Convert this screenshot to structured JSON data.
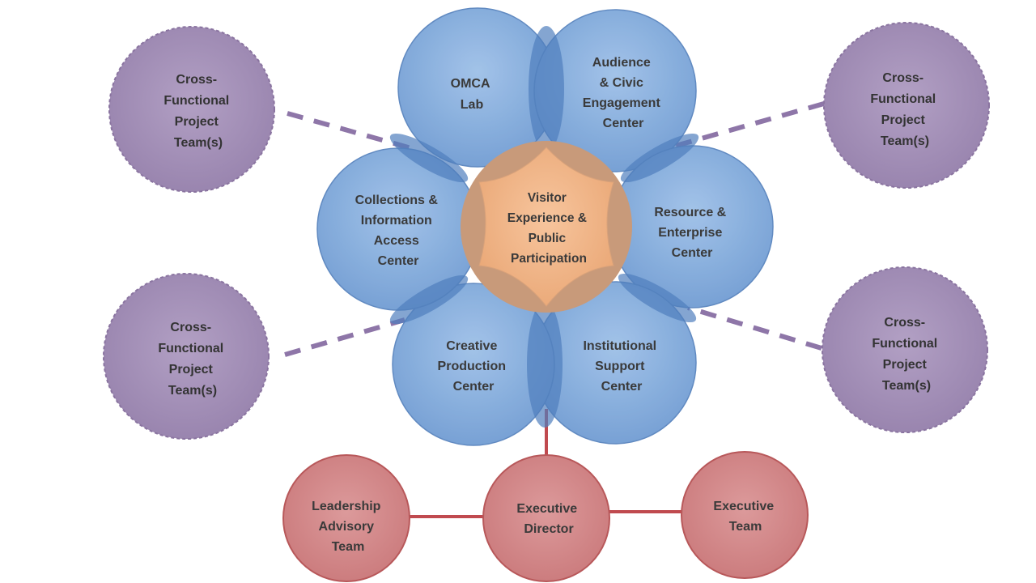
{
  "colors": {
    "center_fill": "#7aa5d8",
    "center_stroke": "#5b86bf",
    "overlap_fill": "#4f7fbd",
    "core_fill": "#f2b485",
    "core_ring": "#c89a7a",
    "team_fill": "#9f89b4",
    "team_stroke": "#8a74a0",
    "leader_fill": "#cf8486",
    "leader_stroke": "#b8585a",
    "connector_red": "#c04a4f",
    "connector_dash": "#8e76a8"
  },
  "core": {
    "lines": [
      "Visitor",
      "Experience &",
      "Public",
      "Participation"
    ]
  },
  "centers": [
    {
      "id": "omca-lab",
      "lines": [
        "OMCA",
        "Lab"
      ]
    },
    {
      "id": "audience-civic",
      "lines": [
        "Audience",
        "& Civic",
        "Engagement",
        "Center"
      ]
    },
    {
      "id": "resource-enterprise",
      "lines": [
        "Resource &",
        "Enterprise",
        "Center"
      ]
    },
    {
      "id": "institutional-support",
      "lines": [
        "Institutional",
        "Support",
        "Center"
      ]
    },
    {
      "id": "creative-production",
      "lines": [
        "Creative",
        "Production",
        "Center"
      ]
    },
    {
      "id": "collections-info",
      "lines": [
        "Collections &",
        "Information",
        "Access",
        "Center"
      ]
    }
  ],
  "teams": [
    {
      "id": "team-top-left",
      "lines": [
        "Cross-",
        "Functional",
        "Project",
        "Team(s)"
      ]
    },
    {
      "id": "team-top-right",
      "lines": [
        "Cross-",
        "Functional",
        "Project",
        "Team(s)"
      ]
    },
    {
      "id": "team-bottom-left",
      "lines": [
        "Cross-",
        "Functional",
        "Project",
        "Team(s)"
      ]
    },
    {
      "id": "team-bottom-right",
      "lines": [
        "Cross-",
        "Functional",
        "Project",
        "Team(s)"
      ]
    }
  ],
  "leadership": [
    {
      "id": "leadership-advisory",
      "lines": [
        "Leadership",
        "Advisory",
        "Team"
      ]
    },
    {
      "id": "executive-director",
      "lines": [
        "Executive",
        "Director"
      ]
    },
    {
      "id": "executive-team",
      "lines": [
        "Executive",
        "Team"
      ]
    }
  ]
}
